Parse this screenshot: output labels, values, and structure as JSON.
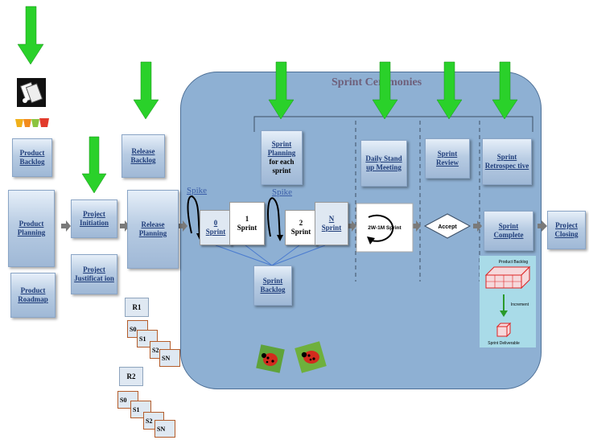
{
  "panel": {
    "title": "Sprint Ceremonies"
  },
  "left": {
    "product_backlog": "Product Backlog",
    "product_planning": "Product Planning",
    "product_roadmap": "Product Roadmap",
    "project_initiation": "Project Initiation",
    "project_justification": "Project Justificat ion",
    "release_backlog": "Release Backlog",
    "release_planning": "Release Planning"
  },
  "sprint": {
    "spike_1": "Spike",
    "spike_2": "Spike",
    "sprint_0_num": "0",
    "sprint_0_word": "Sprint",
    "sprint_1_num": "1",
    "sprint_1_word": "Sprint",
    "sprint_2_num": "2",
    "sprint_2_word": "Sprint",
    "sprint_n_num": "N",
    "sprint_n_word": "Sprint",
    "sprint_backlog": "Sprint Backlog",
    "sprint_planning_link": "Sprint Planning",
    "sprint_planning_rest": "for each sprint",
    "daily_standup": "Daily Stand up Meeting",
    "sprint_review": "Sprint Review",
    "sprint_retrospective": "Sprint Retrospec tive",
    "sprint_complete": "Sprint Complete",
    "cycle_label": "2W-1M Sprint",
    "accept_label": "Accept",
    "project_closing": "Project Closing"
  },
  "increment": {
    "top_label": "Product Backlog",
    "mid_label": "Increment",
    "bottom_label": "Sprint Deliverable"
  },
  "releases": {
    "r1": "R1",
    "r2": "R2",
    "r1_sprints": [
      "S0",
      "S1",
      "S2",
      "SN"
    ],
    "r2_sprints": [
      "S0",
      "S1",
      "S2",
      "SN"
    ]
  },
  "colors": {
    "arrow_green": "#2ad12a",
    "panel_fill": "#8eb0d3",
    "link_blue": "#1f3d7a"
  },
  "icons": [
    "down-arrow-icon",
    "playing-cards-icon",
    "colored-cups-icon",
    "ladybug-icon",
    "right-arrow-icon",
    "cycle-arrow-icon"
  ]
}
